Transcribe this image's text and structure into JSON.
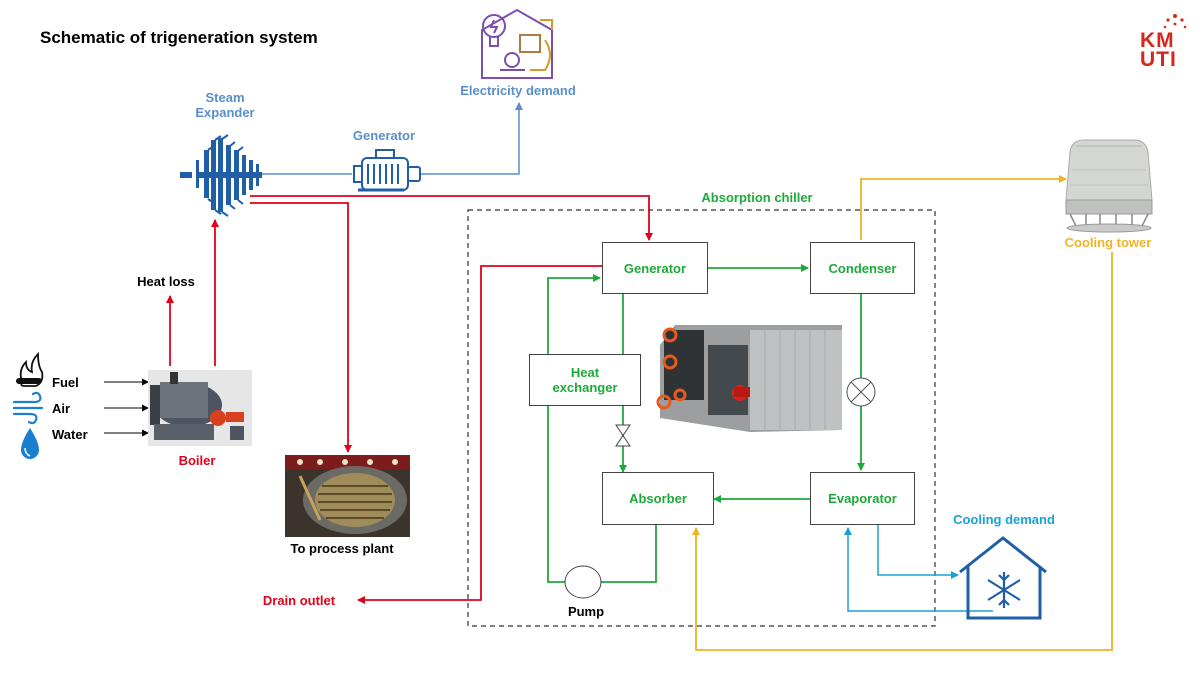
{
  "title": "Schematic of trigeneration system",
  "logo": {
    "line1": "KM",
    "line2": "UTI"
  },
  "labels": {
    "steam_expander_1": "Steam",
    "steam_expander_2": "Expander",
    "generator_top": "Generator",
    "electricity_demand": "Electricity demand",
    "absorption_chiller": "Absorption chiller",
    "cooling_tower": "Cooling tower",
    "heat_loss": "Heat loss",
    "fuel": "Fuel",
    "air": "Air",
    "water": "Water",
    "boiler": "Boiler",
    "to_process_plant": "To process plant",
    "drain_outlet": "Drain outlet",
    "pump": "Pump",
    "cooling_demand": "Cooling demand"
  },
  "chiller_boxes": {
    "generator": "Generator",
    "condenser": "Condenser",
    "absorber": "Absorber",
    "evaporator": "Evaporator",
    "heat_exchanger_1": "Heat",
    "heat_exchanger_2": "exchanger"
  },
  "colors": {
    "steam": "#e3001b",
    "solution": "#1daa3a",
    "electric": "#5b8fc9",
    "cooling_water": "#f0b323",
    "chilled_water": "#1aa2d4",
    "equipment": "#1f5fa8"
  }
}
